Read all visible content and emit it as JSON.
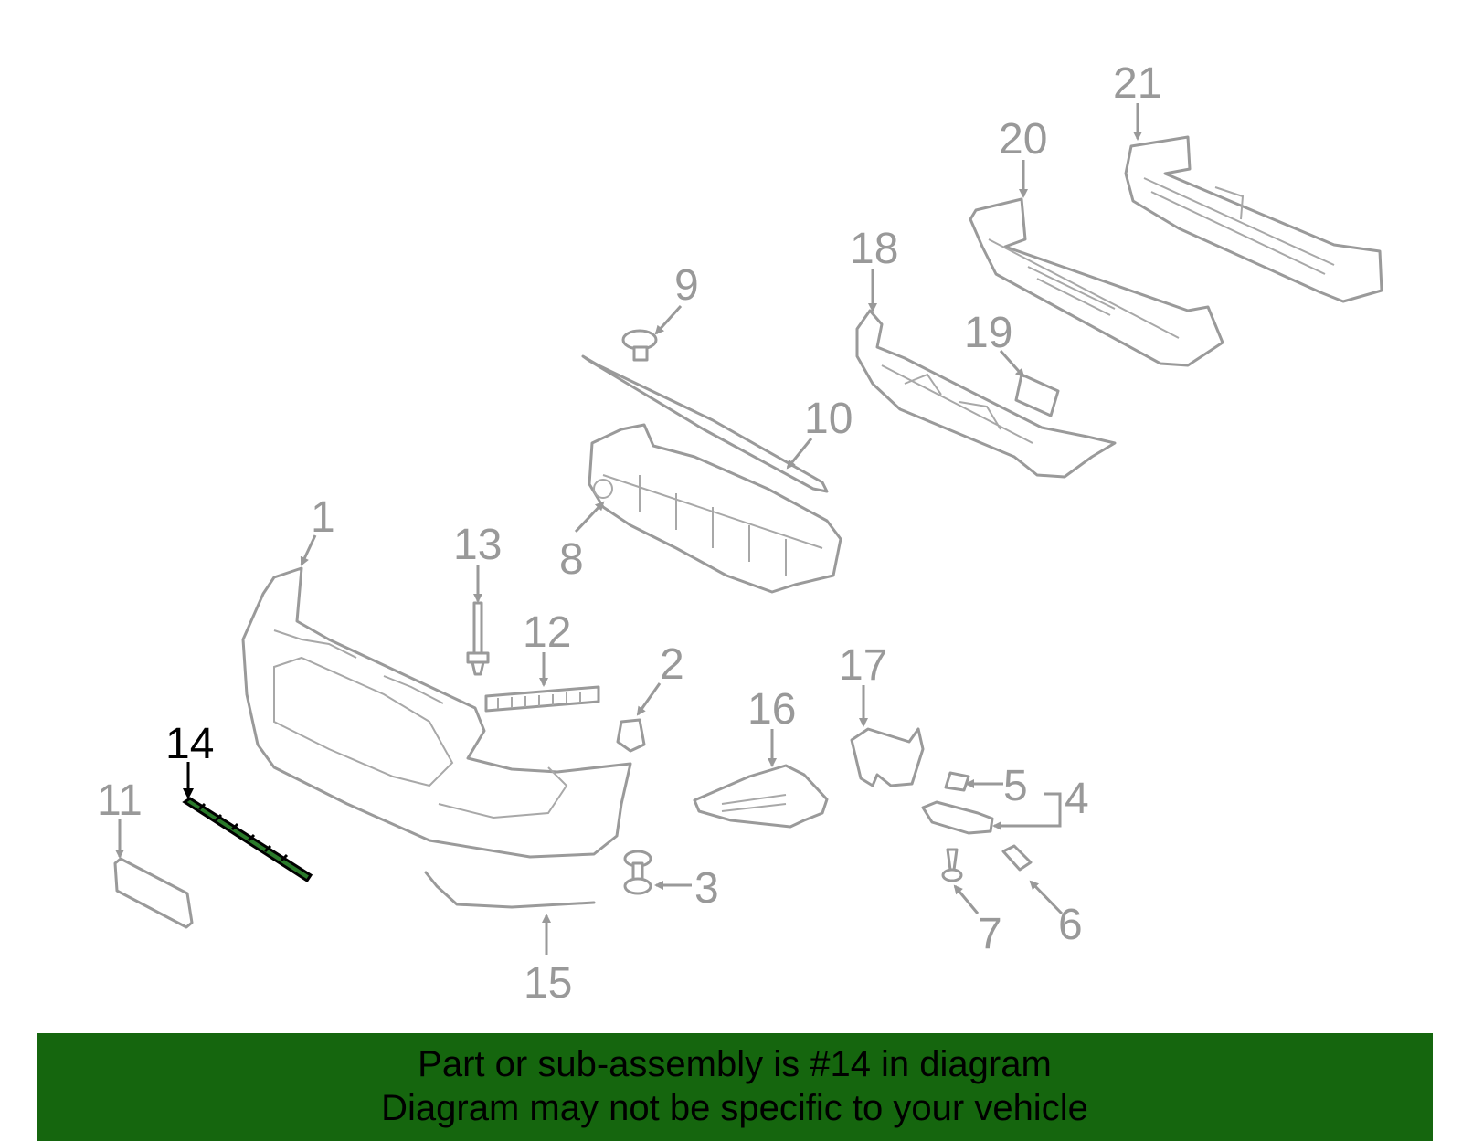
{
  "diagram": {
    "highlighted_part": "14",
    "callouts": [
      "1",
      "2",
      "3",
      "4",
      "5",
      "6",
      "7",
      "8",
      "9",
      "10",
      "11",
      "12",
      "13",
      "14",
      "15",
      "16",
      "17",
      "18",
      "19",
      "20",
      "21"
    ]
  },
  "banner": {
    "line1": "Part or sub-assembly is #14 in diagram",
    "line2": "Diagram may not be specific to your vehicle",
    "background_color": "#15660e"
  },
  "colors": {
    "part_stroke": "#9a9a9a",
    "highlight_text": "#000000",
    "highlight_part": "#2a7a2a"
  }
}
